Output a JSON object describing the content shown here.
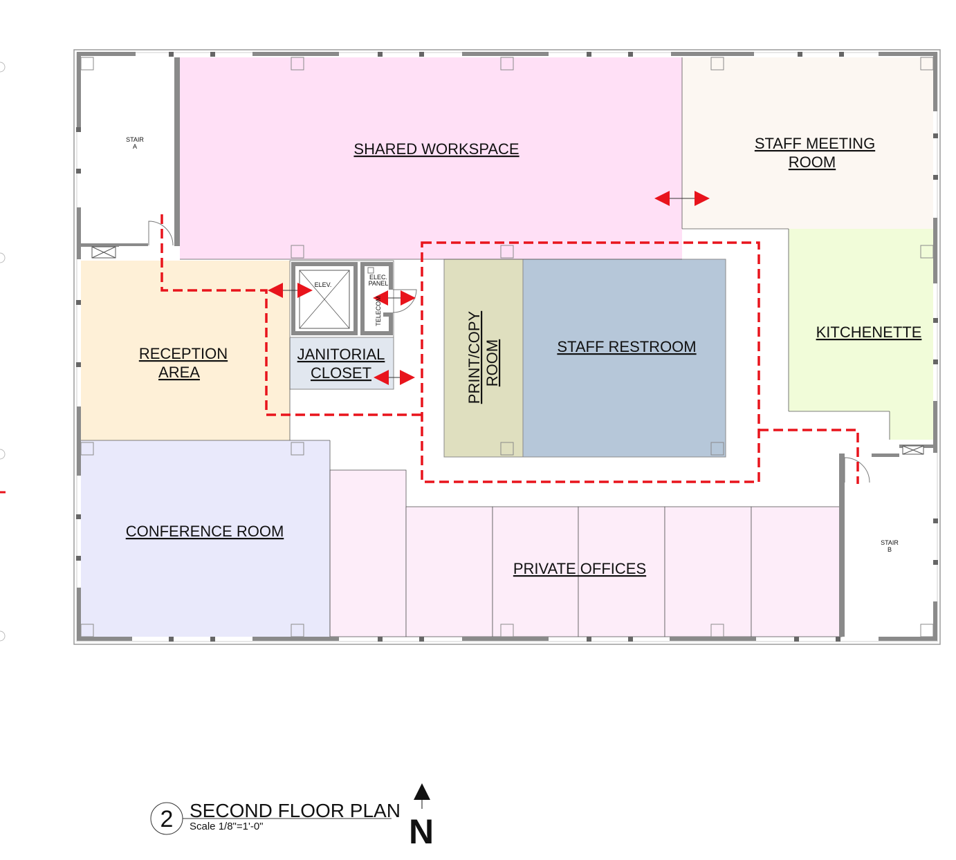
{
  "colors": {
    "shared_workspace": "#ffe0f6",
    "staff_meeting": "#fcf7f2",
    "reception": "#fef0d7",
    "conference": "#e9e9fb",
    "kitchenette": "#f1fcd9",
    "print_copy": "#dfdfbf",
    "restroom": "#b6c7d9",
    "janitorial": "#e1e7ef",
    "private_office": "#fdedf9",
    "wall": "#8a8a8a",
    "route": "#e8141c"
  },
  "rooms": {
    "shared_workspace": "SHARED WORKSPACE",
    "staff_meeting_1": "STAFF MEETING",
    "staff_meeting_2": "ROOM",
    "reception_1": "RECEPTION",
    "reception_2": "AREA",
    "janitorial_1": "JANITORIAL",
    "janitorial_2": "CLOSET",
    "print_copy_1": "PRINT/COPY",
    "print_copy_2": "ROOM",
    "staff_restroom": "STAFF RESTROOM",
    "kitchenette": "KITCHENETTE",
    "conference": "CONFERENCE ROOM",
    "private_offices": "PRIVATE OFFICES"
  },
  "small_labels": {
    "stair_a_1": "STAIR",
    "stair_a_2": "A",
    "stair_b_1": "STAIR",
    "stair_b_2": "B",
    "elev": "ELEV.",
    "elec_1": "ELEC.",
    "elec_2": "PANEL",
    "telecom": "TELECOM"
  },
  "title": {
    "number": "2",
    "name": "SECOND FLOOR PLAN",
    "scale": "Scale 1/8\"=1'-0\"",
    "north": "N"
  },
  "icons": [
    "double-arrow-icon",
    "north-arrow-icon",
    "elevator-x-icon",
    "column-icon"
  ]
}
